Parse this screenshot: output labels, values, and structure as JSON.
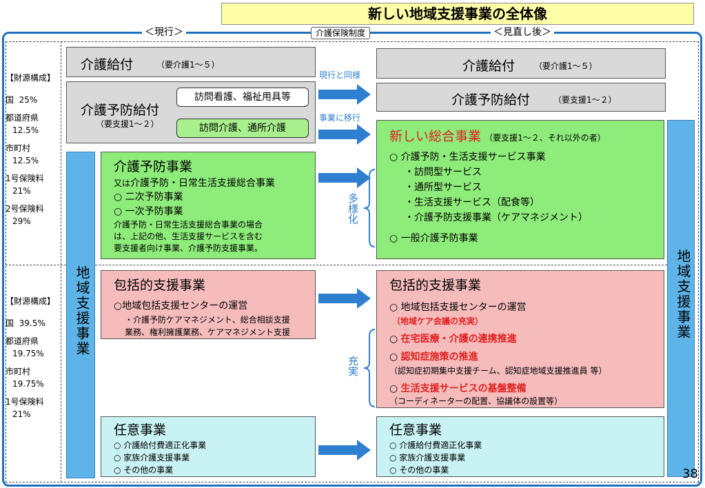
{
  "title": "新しい地域支援事業の全体像",
  "headers": {
    "current": "＜現行＞",
    "system": "介護保険制度",
    "revised": "＜見直し後＞"
  },
  "funding_upper": {
    "heading": "【財源構成】",
    "rows": [
      {
        "label": "国",
        "value": "25%"
      },
      {
        "label": "都道府県",
        "value": "12.5%"
      },
      {
        "label": "市町村",
        "value": "12.5%"
      },
      {
        "label": "1号保険料",
        "value": "21%"
      },
      {
        "label": "2号保険料",
        "value": "29%"
      }
    ]
  },
  "funding_lower": {
    "heading": "【財源構成】",
    "rows": [
      {
        "label": "国",
        "value": "39.5%"
      },
      {
        "label": "都道府県",
        "value": "19.75%"
      },
      {
        "label": "市町村",
        "value": "19.75%"
      },
      {
        "label": "1号保険料",
        "value": "21%"
      }
    ]
  },
  "current": {
    "kaigo_kyufu": {
      "title": "介護給付",
      "sub": "（要介護1～５）"
    },
    "yobou_kyufu": {
      "title": "介護予防給付",
      "sub": "（要支援1～２）",
      "pill1": "訪問看護、福祉用具等",
      "pill2": "訪問介護、通所介護"
    },
    "chiiki_col": "地域支援事業",
    "yobou_jigyou": {
      "title": "介護予防事業",
      "line1_prefix": "又は",
      "line1": "介護予防・日常生活支援総合事業",
      "line2": "○ 二次予防事業",
      "line3": "○ 一次予防事業",
      "note1": "介護予防・日常生活支援総合事業の場合",
      "note2": "は、上記の他、生活支援サービスを含む",
      "note3": "要支援者向け事業、介護予防支援事業。"
    },
    "houkatsu": {
      "title": "包括的支援事業",
      "line1": "○地域包括支援センターの運営",
      "line2": "・介護予防ケアマネジメント、総合相談支援",
      "line3": "業務、権利擁護業務、ケアマネジメント支援"
    },
    "nini": {
      "title": "任意事業",
      "line1": "○ 介護給付費適正化事業",
      "line2": "○ 家族介護支援事業",
      "line3": "○ その他の事業"
    }
  },
  "arrow_labels": {
    "same": "現行と同様",
    "move": "事業に移行",
    "diverse": "多様化",
    "enhance": "充実"
  },
  "revised": {
    "kaigo_kyufu": {
      "title": "介護給付",
      "sub": "（要介護1～５）"
    },
    "yobou_kyufu": {
      "title": "介護予防給付",
      "sub": "（要支援1～２）"
    },
    "sougou": {
      "title": "新しい総合事業",
      "sub": "（要支援1～２、それ以外の者）",
      "line1": "○ 介護予防・生活支援サービス事業",
      "line2": "・訪問型サービス",
      "line3": "・通所型サービス",
      "line4": "・生活支援サービス（配食等）",
      "line5": "・介護予防支援事業（ケアマネジメント）",
      "line6": "○ 一般介護予防事業"
    },
    "houkatsu": {
      "title": "包括的支援事業",
      "line1": "○ 地域包括支援センターの運営",
      "line1_note": "（地域ケア会議の充実）",
      "item2": "在宅医療・介護の連携推進",
      "item3": "認知症施策の推進",
      "item3_note": "（認知症初期集中支援チーム、認知症地域支援推進員 等）",
      "item4": "生活支援サービスの基盤整備",
      "item4_note": "（コーディネーターの配置、協議体の設置等）",
      "bullet": "○"
    },
    "nini": {
      "title": "任意事業",
      "line1": "○ 介護給付費適正化事業",
      "line2": "○ 家族介護支援事業",
      "line3": "○ その他の事業"
    },
    "chiiki_col": "地域支援事業"
  },
  "page_number": "38",
  "colors": {
    "frame": "#1f6fbf",
    "arrow": "#2f7fd0",
    "green": "#8eec7a",
    "pink": "#f6bcbc",
    "cyan": "#c9f2f5",
    "gray": "#d9d9d9",
    "red": "#e02020"
  }
}
